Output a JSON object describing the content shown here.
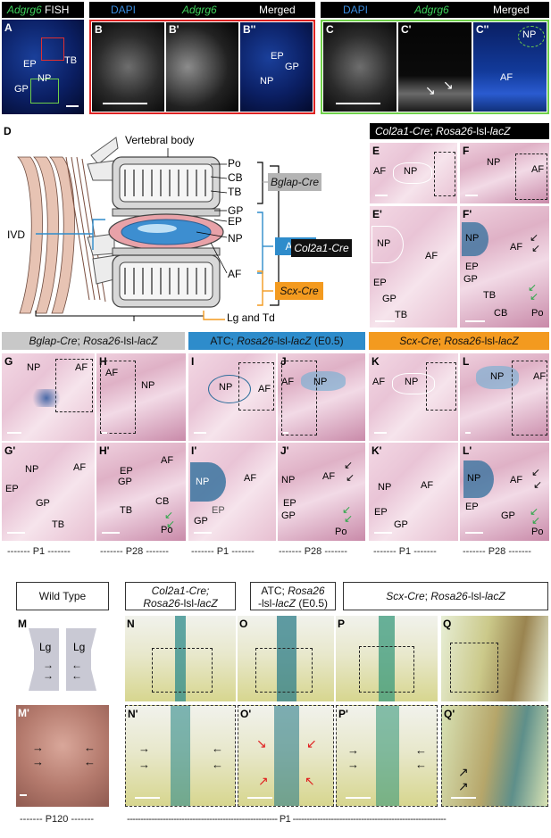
{
  "row1": {
    "a_header": {
      "gene": "Adgrg6",
      "rest": " FISH"
    },
    "b_header": {
      "dapi": "DAPI",
      "gene": "Adgrg6",
      "merged": "Merged"
    },
    "c_header": {
      "dapi": "DAPI",
      "gene": "Adgrg6",
      "merged": "Merged"
    },
    "labels": {
      "A": "A",
      "B": "B",
      "B1": "B'",
      "B2": "B''",
      "C": "C",
      "C1": "C'",
      "C2": "C''"
    },
    "a_tissue": {
      "ep": "EP",
      "tb": "TB",
      "np": "NP",
      "gp": "GP"
    },
    "b2_tissue": {
      "ep": "EP",
      "gp": "GP",
      "np": "NP"
    },
    "c2_tissue": {
      "np": "NP",
      "af": "AF"
    }
  },
  "diagram": {
    "panel": "D",
    "vertebral_body": "Vertebral body",
    "po": "Po",
    "cb": "CB",
    "tb": "TB",
    "gp": "GP",
    "ep": "EP",
    "np": "NP",
    "af": "AF",
    "ivd": "IVD",
    "bglap": "Bglap-Cre",
    "atc": "ATC",
    "scx": "Scx-Cre",
    "col2a1": "Col2a1-Cre",
    "lg_td": "Lg and Td",
    "colors": {
      "atc": "#2e8ccb",
      "scx": "#f39a1f",
      "bglap": "#b4b4b4"
    }
  },
  "col2_panel": {
    "header_gene": "Col2a1-Cre",
    "header_rest": "; ",
    "header_gene2": "Rosa26",
    "header_rest2": "-lsl-",
    "header_gene3": "lacZ",
    "E": "E",
    "F": "F",
    "E1": "E'",
    "F1": "F'",
    "e_af": "AF",
    "e_np": "NP",
    "f_np": "NP",
    "f_af": "AF",
    "e1_np": "NP",
    "e1_af": "AF",
    "e1_ep": "EP",
    "e1_gp": "GP",
    "e1_tb": "TB",
    "f1_np": "NP",
    "f1_af": "AF",
    "f1_ep": "EP",
    "f1_gp": "GP",
    "f1_tb": "TB",
    "f1_cb": "CB",
    "f1_po": "Po"
  },
  "row3": {
    "bglap_header": {
      "gene": "Bglap-Cre",
      "sep": "; ",
      "rosa": "Rosa26",
      "lsl": "-lsl-",
      "lacz": "lacZ"
    },
    "atc_header": {
      "atc": "ATC",
      "sep": "; ",
      "rosa": "Rosa26",
      "lsl": "-lsl-",
      "lacz": "lacZ",
      "stage": " (E0.5)"
    },
    "scx_header": {
      "gene": "Scx-Cre",
      "sep": "; ",
      "rosa": "Rosa26",
      "lsl": "-lsl-",
      "lacz": "lacZ"
    },
    "G": "G",
    "H": "H",
    "G1": "G'",
    "H1": "H'",
    "I": "I",
    "J": "J",
    "I1": "I'",
    "J1": "J'",
    "K": "K",
    "L": "L",
    "K1": "K'",
    "L1": "L'",
    "g_np": "NP",
    "g_af": "AF",
    "h_af": "AF",
    "h_np": "NP",
    "g1_np": "NP",
    "g1_af": "AF",
    "g1_ep": "EP",
    "g1_gp": "GP",
    "g1_tb": "TB",
    "h1_ep": "EP",
    "h1_gp": "GP",
    "h1_af": "AF",
    "h1_tb": "TB",
    "h1_cb": "CB",
    "h1_po": "Po",
    "i_np": "NP",
    "i_af": "AF",
    "j_af": "AF",
    "j_np": "NP",
    "i1_np": "NP",
    "i1_af": "AF",
    "i1_ep": "EP",
    "i1_gp": "GP",
    "j1_np": "NP",
    "j1_af": "AF",
    "j1_ep": "EP",
    "j1_gp": "GP",
    "j1_po": "Po",
    "k_af": "AF",
    "k_np": "NP",
    "l_np": "NP",
    "l_af": "AF",
    "k1_np": "NP",
    "k1_af": "AF",
    "k1_ep": "EP",
    "k1_gp": "GP",
    "l1_np": "NP",
    "l1_af": "AF",
    "l1_ep": "EP",
    "l1_gp": "GP",
    "l1_po": "Po",
    "ages": {
      "p1": "------- P1 -------",
      "p28": "------- P28 -------"
    }
  },
  "row4": {
    "wt": "Wild Type",
    "col2_line1_gene": "Col2a1-Cre;",
    "col2_line2_gene": "Rosa26",
    "col2_line2_rest": "-lsl-",
    "col2_line2_lacz": "lacZ",
    "atc_line1_a": "ATC; ",
    "atc_line1_b": "Rosa26",
    "atc_line2_a": "-lsl-",
    "atc_line2_b": "lacZ",
    "atc_line2_c": " (E0.5)",
    "scx_gene": "Scx-Cre",
    "scx_sep": "; ",
    "scx_rosa": "Rosa26",
    "scx_lsl": "-lsl-",
    "scx_lacz": "lacZ",
    "M": "M",
    "N": "N",
    "O": "O",
    "P": "P",
    "Q": "Q",
    "M1": "M'",
    "N1": "N'",
    "O1": "O'",
    "P1": "P'",
    "Q1": "Q'",
    "lg_left": "Lg",
    "lg_right": "Lg",
    "p120": "------- P120 -------",
    "p1_long": "------------------------------------------------------- P1 --------------------------------------------------------"
  }
}
